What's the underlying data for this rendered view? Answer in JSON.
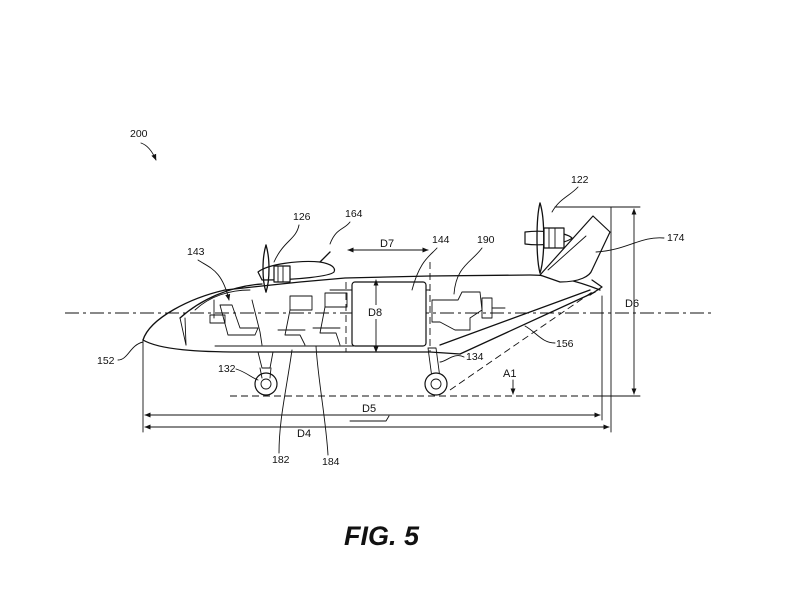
{
  "figure": {
    "caption": "FIG. 5",
    "ref_main": "200"
  },
  "reference_numerals": {
    "r122": "122",
    "r126": "126",
    "r164": "164",
    "r144": "144",
    "r190": "190",
    "r174": "174",
    "r143": "143",
    "r152": "152",
    "r132": "132",
    "r134": "134",
    "r156": "156",
    "r182": "182",
    "r184": "184"
  },
  "dimensions": {
    "d4": "D4",
    "d5": "D5",
    "d6": "D6",
    "d7": "D7",
    "d8": "D8",
    "a1": "A1"
  }
}
